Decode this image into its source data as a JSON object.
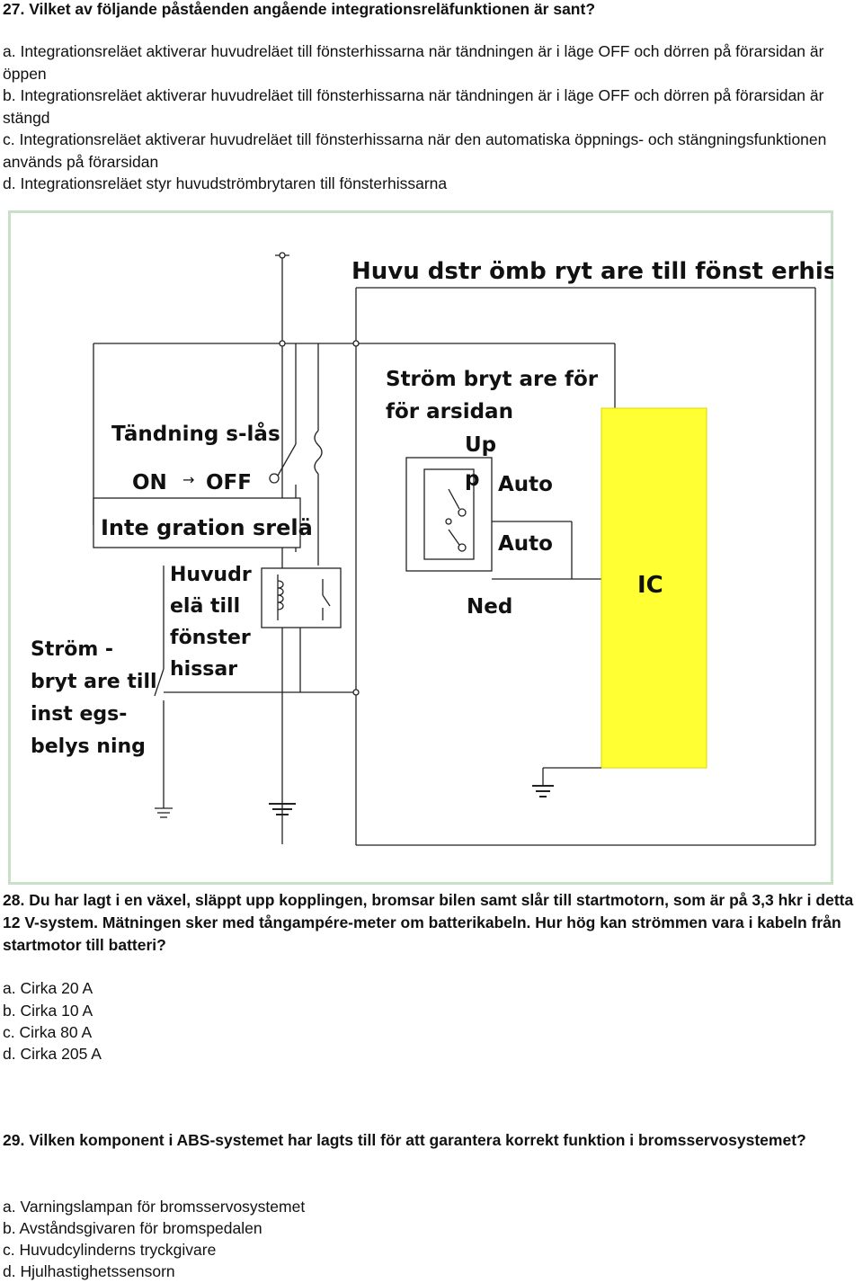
{
  "q27": {
    "title": "27. Vilket av följande påståenden angående integrationsreläfunktionen är sant?",
    "options": [
      "a. Integrationsreläet aktiverar huvudreläet till fönsterhissarna när tändningen är i läge OFF och dörren på förarsidan är öppen",
      "b. Integrationsreläet aktiverar huvudreläet till fönsterhissarna när tändningen är i läge OFF och dörren på förarsidan är stängd",
      "c. Integrationsreläet aktiverar huvudreläet till fönsterhissarna när den automatiska öppnings- och stängningsfunktionen används på förarsidan",
      "d. Integrationsreläet styr huvudströmbrytaren till fönsterhissarna"
    ]
  },
  "figure": {
    "main_switch_label": "Huvu dstr ömb ryt are till fönst erhissar",
    "driver_switch_label_1": "Ström bryt are för",
    "driver_switch_label_2": "för arsidan",
    "up_label_1": "Up",
    "up_label_2": "p",
    "auto_label_1": "Auto",
    "auto_label_2": "Auto",
    "down_label": "Ned",
    "ignition_label": "Tändning s-lås",
    "on_label": "ON",
    "off_label": "OFF",
    "integration_relay_label": "Inte gration srelä",
    "main_relay_1": "Huvudr",
    "main_relay_2": "elä till",
    "main_relay_3": "fönster",
    "main_relay_4": "hissar",
    "lighting_switch_1": "Ström -",
    "lighting_switch_2": "bryt are till",
    "lighting_switch_3": "inst egs-",
    "lighting_switch_4": "belys ning",
    "ic_label": "IC",
    "ic_color": "#ffff33",
    "frame_color": "#c8e0c8"
  },
  "q28": {
    "title": "28. Du har lagt i en växel, släppt upp kopplingen, bromsar bilen samt slår till startmotorn, som är på 3,3 hkr i detta 12 V-system. Mätningen sker med tångampére-meter om batterikabeln. Hur hög kan strömmen vara i kabeln från startmotor till batteri?",
    "options": [
      "a. Cirka 20 A",
      "b. Cirka 10 A",
      "c. Cirka 80 A",
      "d. Cirka 205 A"
    ]
  },
  "q29": {
    "title": "29. Vilken komponent i ABS-systemet har lagts till för att garantera korrekt funktion i bromsservosystemet?",
    "options": [
      "a. Varningslampan för bromsservosystemet",
      "b. Avståndsgivaren för bromspedalen",
      "c. Huvudcylinderns tryckgivare",
      "d. Hjulhastighetssensorn"
    ]
  }
}
